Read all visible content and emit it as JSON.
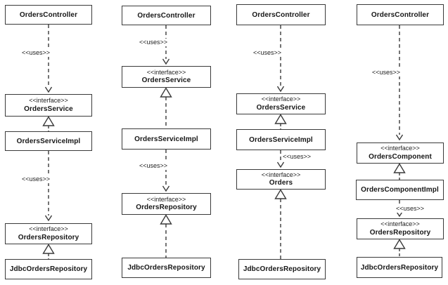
{
  "diagram": {
    "kind": "uml-class-dependency-diagram",
    "uses_label": "<<uses>>",
    "interface_stereotype": "<<interface>>",
    "colors": {
      "background": "#ffffff",
      "line": "#3a3a3a",
      "text": "#161616",
      "box_fill": "#ffffff"
    },
    "columns": [
      {
        "id": "column-1",
        "nodes": [
          {
            "kind": "class",
            "name": "OrdersController"
          },
          {
            "kind": "interface",
            "stereotype": "<<interface>>",
            "name": "OrdersService"
          },
          {
            "kind": "class",
            "name": "OrdersServiceImpl"
          },
          {
            "kind": "interface",
            "stereotype": "<<interface>>",
            "name": "OrdersRepository"
          },
          {
            "kind": "class",
            "name": "JdbcOrdersRepository"
          }
        ],
        "edges": [
          {
            "type": "dependency",
            "label": "<<uses>>",
            "from": "OrdersController",
            "to": "OrdersService"
          },
          {
            "type": "realization",
            "from": "OrdersServiceImpl",
            "to": "OrdersService"
          },
          {
            "type": "dependency",
            "label": "<<uses>>",
            "from": "OrdersServiceImpl",
            "to": "OrdersRepository"
          },
          {
            "type": "realization",
            "from": "JdbcOrdersRepository",
            "to": "OrdersRepository"
          }
        ]
      },
      {
        "id": "column-2",
        "nodes": [
          {
            "kind": "class",
            "name": "OrdersController"
          },
          {
            "kind": "interface",
            "stereotype": "<<interface>>",
            "name": "OrdersService"
          },
          {
            "kind": "class",
            "name": "OrdersServiceImpl"
          },
          {
            "kind": "interface",
            "stereotype": "<<interface>>",
            "name": "OrdersRepository"
          },
          {
            "kind": "class",
            "name": "JdbcOrdersRepository"
          }
        ],
        "edges": [
          {
            "type": "dependency",
            "label": "<<uses>>",
            "from": "OrdersController",
            "to": "OrdersService"
          },
          {
            "type": "realization",
            "from": "OrdersServiceImpl",
            "to": "OrdersService"
          },
          {
            "type": "dependency",
            "label": "<<uses>>",
            "from": "OrdersServiceImpl",
            "to": "OrdersRepository"
          },
          {
            "type": "realization",
            "from": "JdbcOrdersRepository",
            "to": "OrdersRepository"
          }
        ]
      },
      {
        "id": "column-3",
        "nodes": [
          {
            "kind": "class",
            "name": "OrdersController"
          },
          {
            "kind": "interface",
            "stereotype": "<<interface>>",
            "name": "OrdersService"
          },
          {
            "kind": "class",
            "name": "OrdersServiceImpl"
          },
          {
            "kind": "interface",
            "stereotype": "<<interface>>",
            "name": "Orders"
          },
          {
            "kind": "class",
            "name": "JdbcOrdersRepository"
          }
        ],
        "edges": [
          {
            "type": "dependency",
            "label": "<<uses>>",
            "from": "OrdersController",
            "to": "OrdersService"
          },
          {
            "type": "realization",
            "from": "OrdersServiceImpl",
            "to": "OrdersService"
          },
          {
            "type": "dependency",
            "label": "<<uses>>",
            "from": "OrdersServiceImpl",
            "to": "Orders"
          },
          {
            "type": "realization",
            "from": "JdbcOrdersRepository",
            "to": "Orders"
          }
        ]
      },
      {
        "id": "column-4",
        "nodes": [
          {
            "kind": "class",
            "name": "OrdersController"
          },
          {
            "kind": "interface",
            "stereotype": "<<interface>>",
            "name": "OrdersComponent"
          },
          {
            "kind": "class",
            "name": "OrdersComponentImpl"
          },
          {
            "kind": "interface",
            "stereotype": "<<interface>>",
            "name": "OrdersRepository"
          },
          {
            "kind": "class",
            "name": "JdbcOrdersRepository"
          }
        ],
        "edges": [
          {
            "type": "dependency",
            "label": "<<uses>>",
            "from": "OrdersController",
            "to": "OrdersComponent"
          },
          {
            "type": "realization",
            "from": "OrdersComponentImpl",
            "to": "OrdersComponent"
          },
          {
            "type": "dependency",
            "label": "<<uses>>",
            "from": "OrdersComponentImpl",
            "to": "OrdersRepository"
          },
          {
            "type": "realization",
            "from": "JdbcOrdersRepository",
            "to": "OrdersRepository"
          }
        ]
      }
    ]
  }
}
